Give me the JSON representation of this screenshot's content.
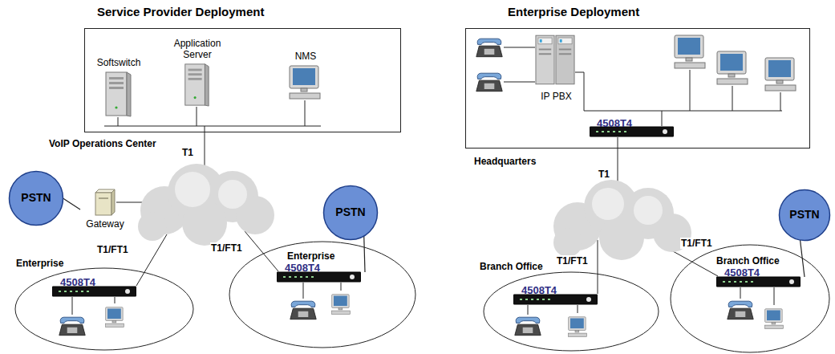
{
  "diagram": {
    "nodes": [
      {
        "text": [
          "VoIP Operations Center"
        ]
      },
      {
        "text": [
          "Softswitch"
        ],
        "in": 0
      },
      {
        "text": [
          "Application Server"
        ],
        "in": 0
      },
      {
        "text": [
          "NMS"
        ],
        "in": 0
      },
      {
        "text": [
          "PSTN"
        ]
      },
      {
        "text": [
          "Gateway"
        ]
      },
      {
        "text": [
          "Enterprise"
        ]
      },
      {
        "text": [
          "4508T4"
        ],
        "in": 6
      },
      {
        "text": [
          "Enterprise"
        ]
      },
      {
        "text": [
          "4508T4"
        ],
        "in": 8
      },
      {
        "text": [
          "PSTN"
        ]
      },
      {
        "text": [
          "Headquarters"
        ]
      },
      {
        "text": [
          "IP PBX"
        ],
        "in": 11
      },
      {
        "text": [
          "4508T4"
        ],
        "in": 11
      },
      {
        "text": [
          "Branch Office"
        ]
      },
      {
        "text": [
          "4508T4"
        ],
        "in": 14
      },
      {
        "text": [
          "Branch Office"
        ]
      },
      {
        "text": [
          "4508T4"
        ],
        "in": 16
      },
      {
        "text": [
          "PSTN"
        ]
      }
    ],
    "edges": [
      {
        "from": 4,
        "to": 5,
        "arrow": "none"
      },
      {
        "from": 10,
        "to": 9,
        "arrow": "none"
      },
      {
        "from": 18,
        "to": 17,
        "arrow": "none"
      }
    ],
    "labels": [
      "Service Provider Deployment",
      "T1",
      "T1/FT1",
      "T1/FT1",
      "Enterprise Deployment",
      "T1",
      "T1/FT1",
      "T1/FT1"
    ]
  }
}
